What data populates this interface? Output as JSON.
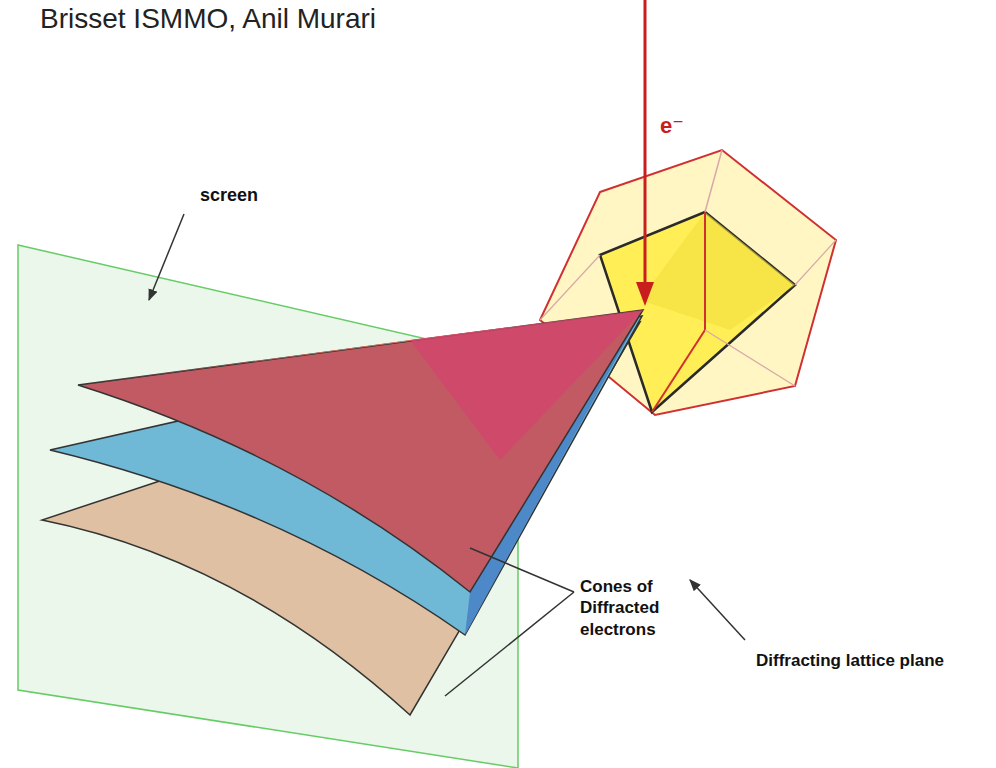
{
  "diagram": {
    "labels": [
      "Brisset ISMMO, Anil Murari",
      "e⁻",
      "screen",
      "Diffracting lattice plane",
      "Cones of Diffracted electrons"
    ]
  }
}
